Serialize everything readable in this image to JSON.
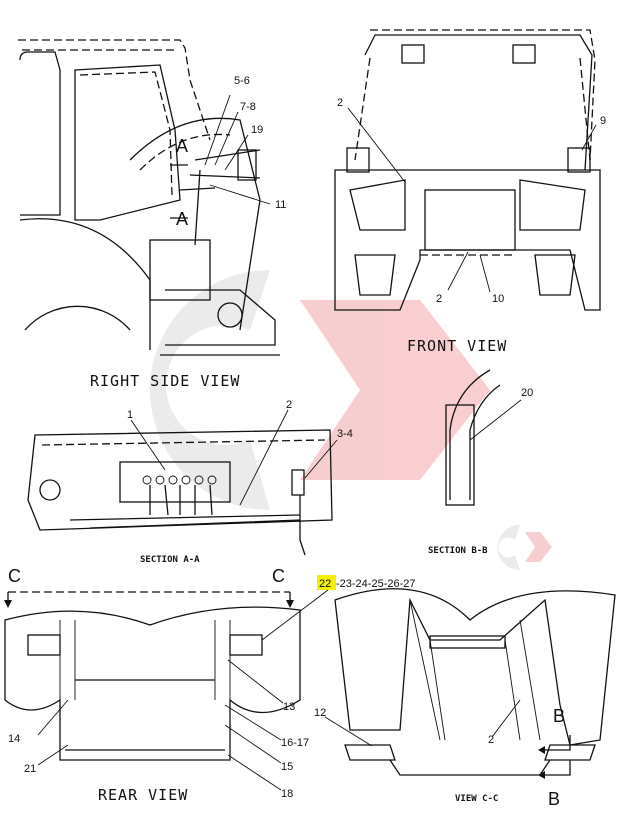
{
  "views": {
    "right_side": "RIGHT SIDE VIEW",
    "front": "FRONT VIEW",
    "section_aa": "SECTION A-A",
    "section_bb": "SECTION B-B",
    "rear": "REAR VIEW",
    "view_cc": "VIEW C-C"
  },
  "callouts": {
    "c5_6": "5-6",
    "c7_8": "7-8",
    "c19": "19",
    "c11": "11",
    "A_top": "A",
    "A_bot": "A",
    "front_2a": "2",
    "front_9": "9",
    "front_2b": "2",
    "front_10": "10",
    "aa_1": "1",
    "aa_2": "2",
    "aa_3_4": "3-4",
    "bb_20": "20",
    "C_left": "C",
    "C_right": "C",
    "highlight": "22",
    "group_rest": "-23-24-25-26-27",
    "rear_13": "13",
    "rear_14": "14",
    "rear_16_17": "16-17",
    "rear_21": "21",
    "rear_15": "15",
    "rear_18": "18",
    "cc_12": "12",
    "cc_2": "2",
    "B_top": "B",
    "B_bot": "B"
  },
  "colors": {
    "highlight": "#f5f000",
    "watermark_gray": "#e6e6e6",
    "watermark_red": "#f6c6c8"
  }
}
